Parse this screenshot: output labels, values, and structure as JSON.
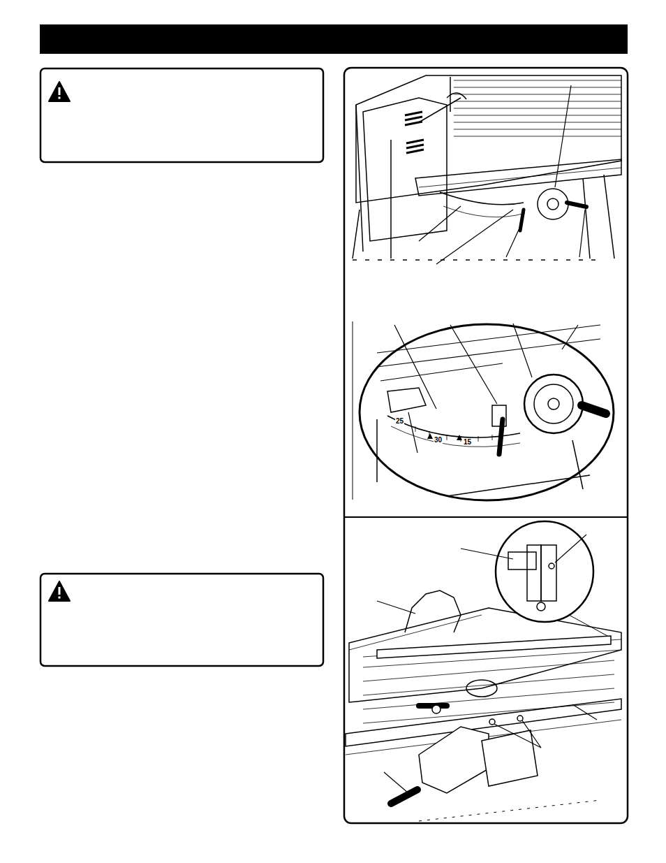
{
  "diagram": {
    "labels": [
      "25",
      "30",
      "15"
    ]
  }
}
